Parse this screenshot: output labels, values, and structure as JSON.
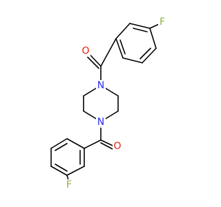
{
  "structure": {
    "atom_labels": {
      "fluorine_top": "F",
      "oxygen_top": "O",
      "nitrogen_top": "N",
      "nitrogen_bottom": "N",
      "oxygen_bottom": "O",
      "fluorine_bottom": "F"
    },
    "colors": {
      "F": "#90b040",
      "O": "#e8200c",
      "N": "#2c2cf0",
      "bond": "#000000"
    }
  }
}
